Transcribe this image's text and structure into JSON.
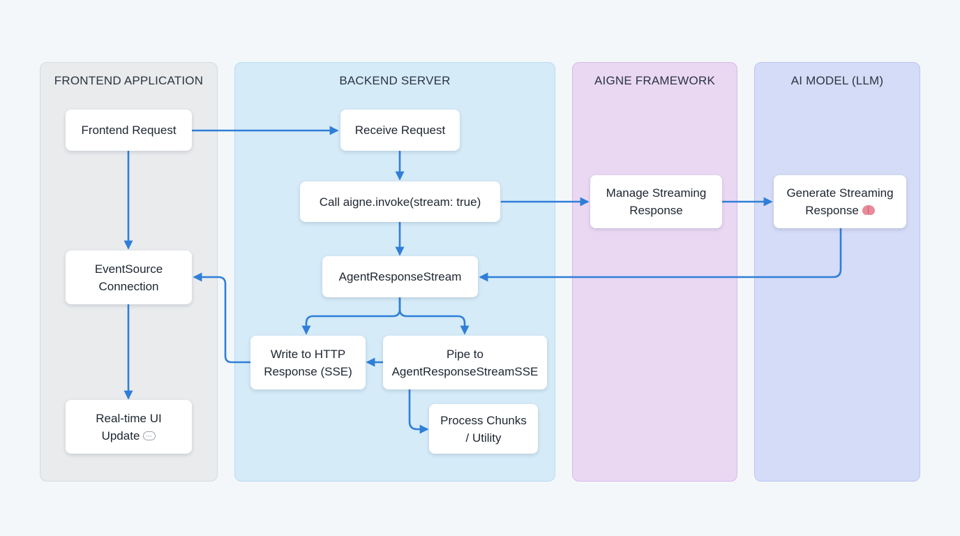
{
  "colors": {
    "frontend_lane": "#e9ebed",
    "backend_lane": "#d5ebf8",
    "framework_lane": "#ead8f3",
    "model_lane": "#d5dcf7",
    "arrow": "#2f7ed8"
  },
  "lanes": {
    "frontend": {
      "title": "FRONTEND APPLICATION"
    },
    "backend": {
      "title": "BACKEND SERVER"
    },
    "framework": {
      "title": "AIGNE FRAMEWORK"
    },
    "model": {
      "title": "AI MODEL (LLM)"
    }
  },
  "nodes": {
    "frontend_request": {
      "line1": "Frontend Request"
    },
    "eventsource": {
      "line1": "EventSource",
      "line2": "Connection"
    },
    "realtime_update": {
      "line1": "Real-time UI",
      "line2": "Update",
      "icon": "speech-bubble-icon"
    },
    "receive_request": {
      "line1": "Receive Request"
    },
    "call_invoke": {
      "line1": "Call aigne.invoke(stream: true)"
    },
    "agent_stream": {
      "line1": "AgentResponseStream"
    },
    "write_http": {
      "line1": "Write to HTTP",
      "line2": "Response (SSE)"
    },
    "pipe_sse": {
      "line1": "Pipe to",
      "line2": "AgentResponseStreamSSE"
    },
    "process_chunks": {
      "line1": "Process Chunks",
      "line2": "/ Utility"
    },
    "manage_streaming": {
      "line1": "Manage Streaming",
      "line2": "Response"
    },
    "generate_streaming": {
      "line1": "Generate Streaming",
      "line2": "Response",
      "icon": "brain-icon"
    }
  }
}
